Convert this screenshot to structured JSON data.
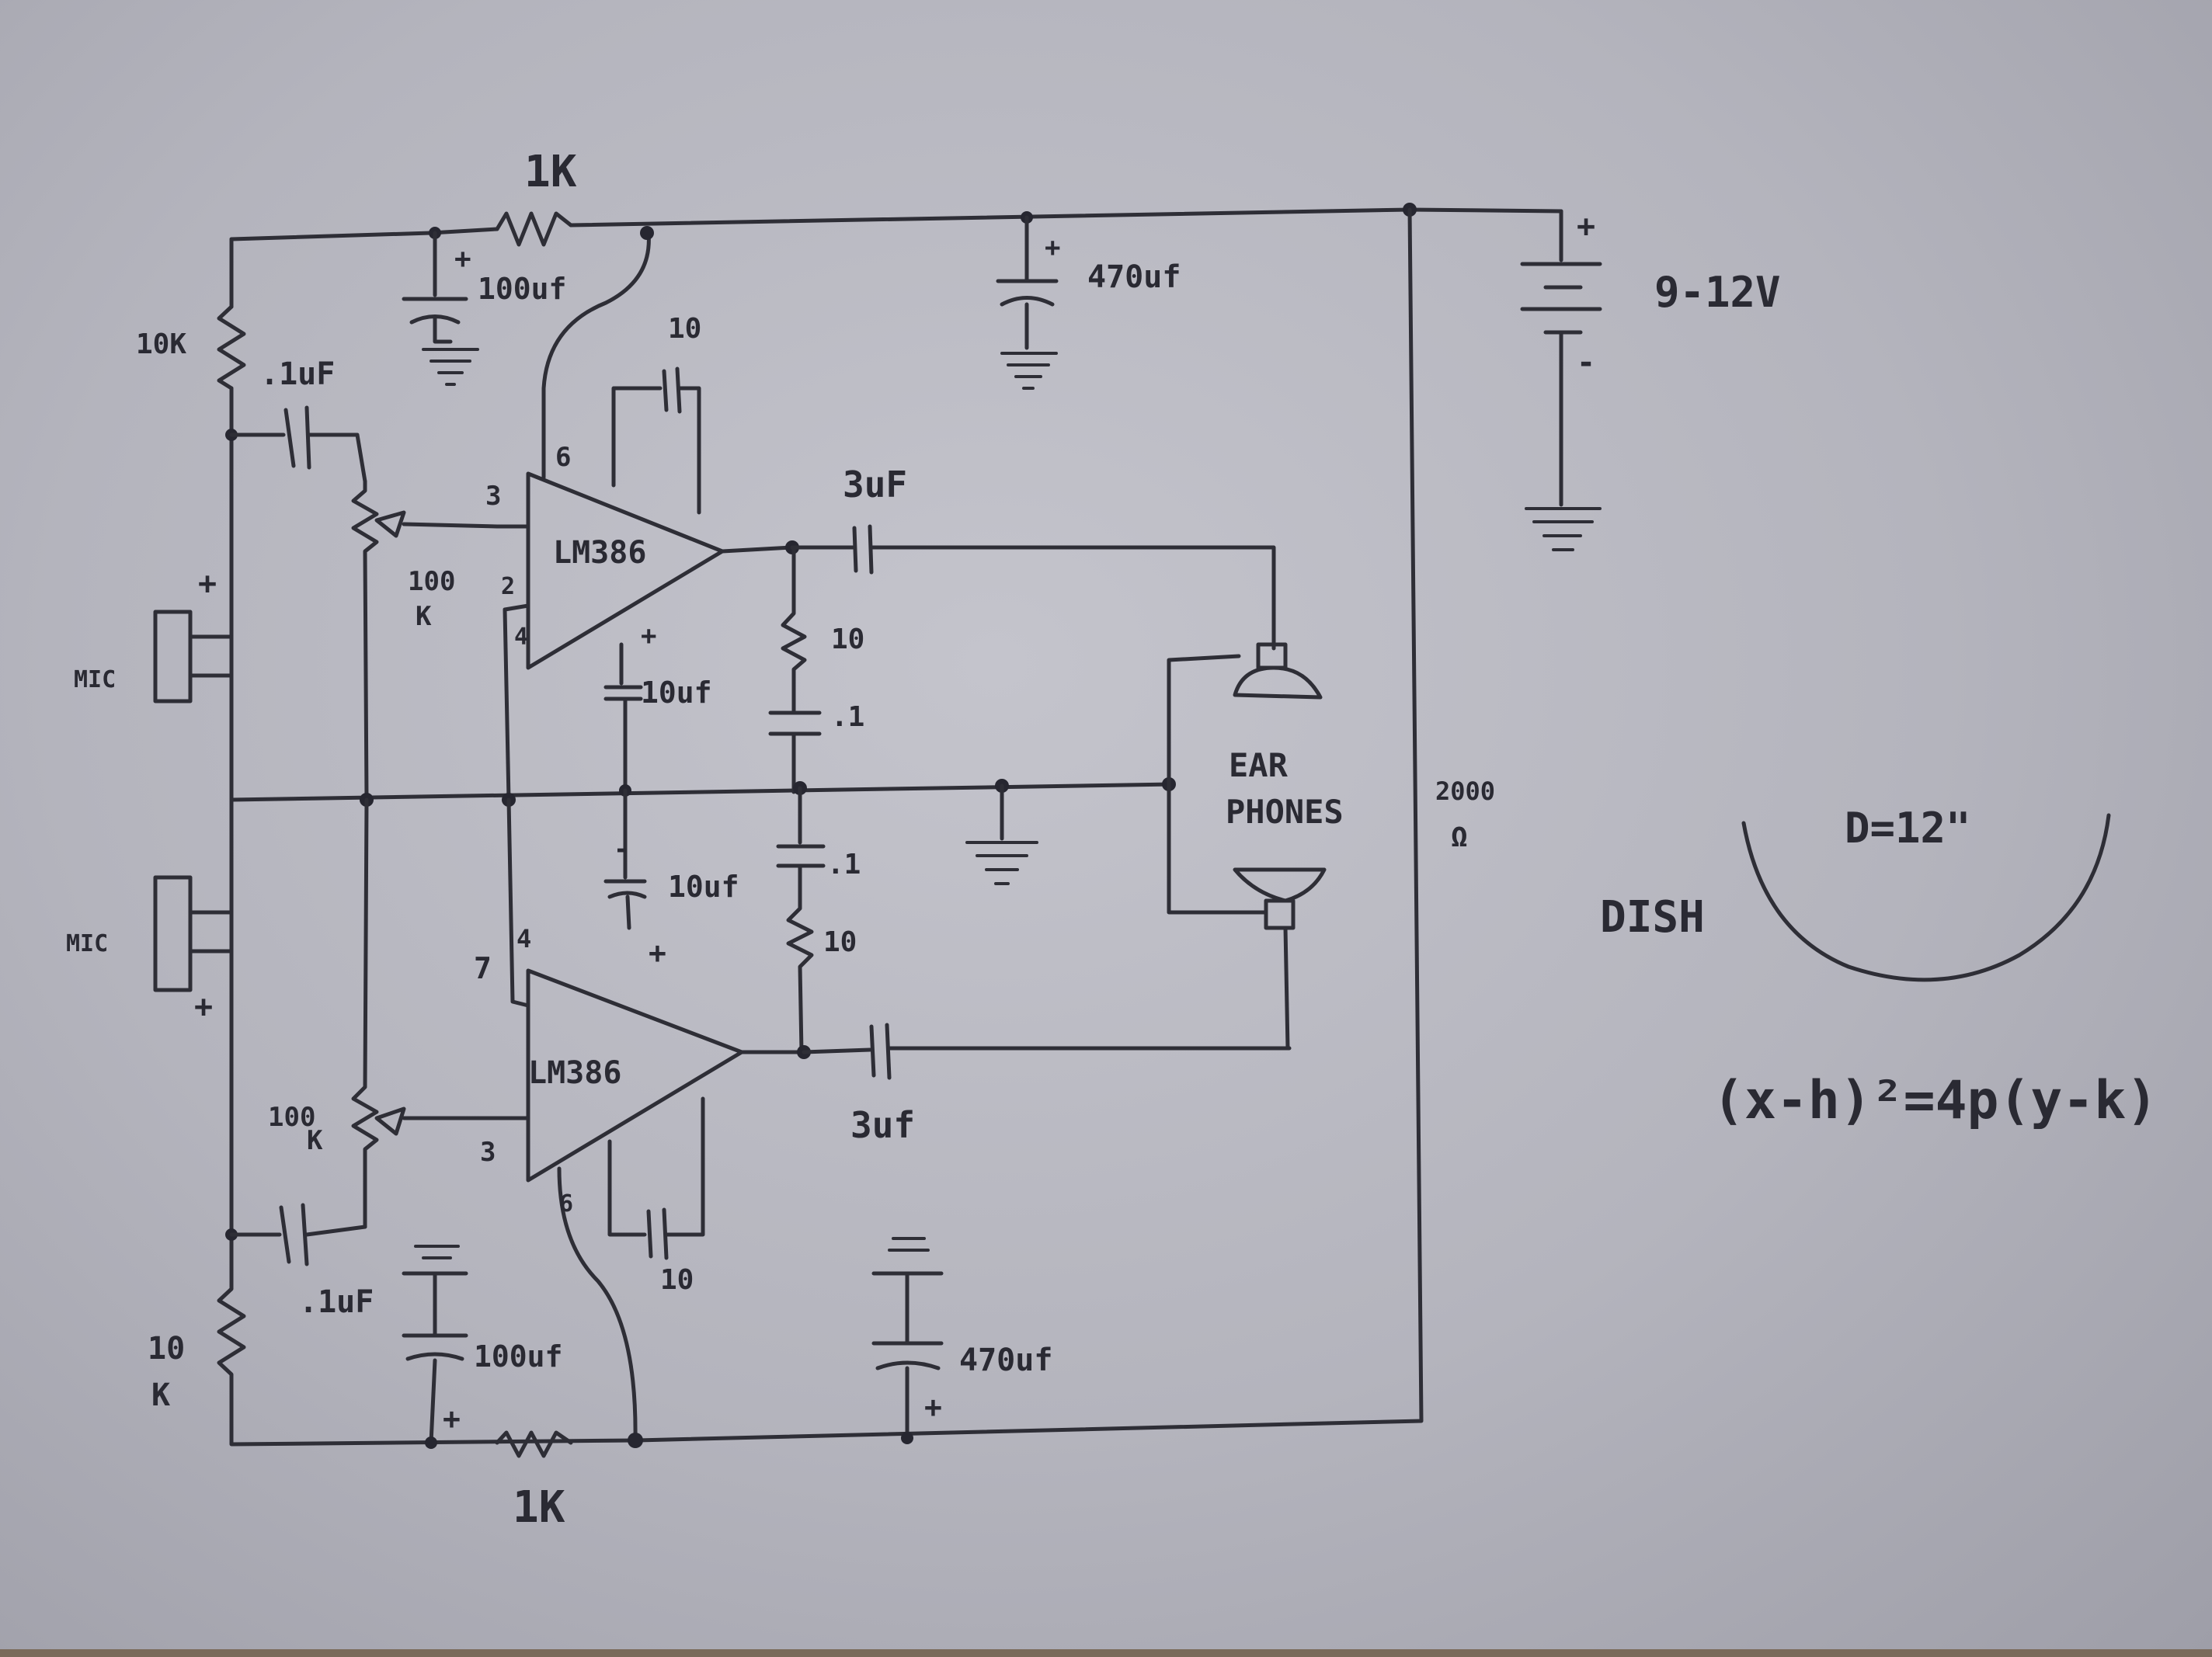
{
  "labels": {
    "r_top": "1K",
    "r_bot": "1K",
    "r_10k_top": "10K",
    "r_10k_bot_1": "10",
    "r_10k_bot_2": "K",
    "c_01_top": ".1uF",
    "c_01_bot": ".1uF",
    "c_100_top": "100uf",
    "c_100_bot": "100uf",
    "c_470_top": "470uf",
    "c_470_bot": "470uf",
    "pot_top_1": "100",
    "pot_top_2": "K",
    "pot_bot_1": "100",
    "pot_bot_2": "K",
    "mic_top": "MIC",
    "mic_bot": "MIC",
    "amp_top": "LM386",
    "amp_bot": "LM386",
    "pin6_top": "6",
    "pin3_top": "3",
    "pin2_top": "2",
    "pin4_top": "4",
    "pin7_bot": "7",
    "pin4_bot": "4",
    "pin3_bot": "3",
    "pin6_bot": "6",
    "c10_top": "10",
    "c10_bot": "10",
    "c_3uf_top": "3uF",
    "c_3uf_bot": "3uf",
    "c_10uf_top": "10uf",
    "c_10uf_bot": "10uf",
    "r10_top": "10",
    "r10_bot": "10",
    "c_point1_top": ".1",
    "c_point1_bot": ".1",
    "earphones_1": "EAR",
    "earphones_2": "PHONES",
    "ohms_value": "2000",
    "ohms_unit": "Ω",
    "battery_voltage": "9-12V",
    "battery_plus": "+",
    "battery_minus": "-",
    "dish_label": "DISH",
    "dish_diameter": "D=12\"",
    "dish_equation": "(x-h)²=4p(y-k)",
    "plus": "+",
    "minus": "-"
  },
  "colors": {
    "paper": "#b9b9c2",
    "ink": "#2e2e36"
  }
}
